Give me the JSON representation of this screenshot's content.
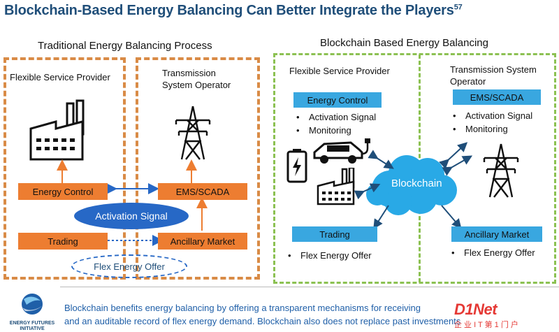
{
  "title": "Blockchain-Based Energy Balancing Can Better Integrate the Players",
  "title_sup": "57",
  "left": {
    "heading": "Traditional Energy Balancing Process",
    "fsp_label": "Flexible Service Provider",
    "tso_label": "Transmission System Operator",
    "energy_control": "Energy Control",
    "ems_scada": "EMS/SCADA",
    "activation_signal": "Activation Signal",
    "trading": "Trading",
    "ancillary_market": "Ancillary Market",
    "flex_energy_offer": "Flex Energy Offer"
  },
  "right": {
    "heading": "Blockchain Based Energy Balancing",
    "fsp_label": "Flexible Service Provider",
    "tso_label": "Transmission System Operator",
    "energy_control": "Energy Control",
    "fsp_bullets": [
      "Activation Signal",
      "Monitoring"
    ],
    "ems_scada": "EMS/SCADA",
    "tso_bullets": [
      "Activation Signal",
      "Monitoring"
    ],
    "blockchain": "Blockchain",
    "trading": "Trading",
    "trading_bullet": "Flex Energy Offer",
    "ancillary_market": "Ancillary Market",
    "ancillary_bullet": "Flex Energy Offer"
  },
  "footer": {
    "logo_text": "ENERGY FUTURES INITIATIVE",
    "line1": "Blockchain benefits energy balancing by offering a transparent mechanisms for receiving",
    "line2": "and an auditable record of flex energy demand. Blockchain also does not replace past investments"
  },
  "watermark": {
    "brand": "D1Net",
    "sub": "企 业 I T 第 1 门 户"
  },
  "colors": {
    "orange": "#ed7d31",
    "blue_box": "#39a7e0",
    "dark_blue": "#1f5fa8",
    "oval_blue": "#2768c6",
    "green_border": "#8cc152",
    "cloud_blue": "#29a9e6"
  }
}
